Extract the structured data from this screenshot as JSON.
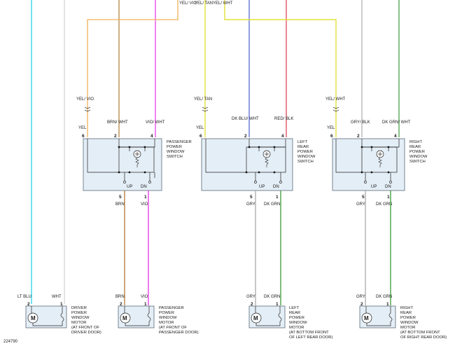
{
  "diagram_id": "224790",
  "colors": {
    "lt_blu": "#33d6e6",
    "wht": "#c8c8c8",
    "brn": "#b07a33",
    "vio": "#e832e8",
    "yel": "#e2e23a",
    "orange": "#f2b15a",
    "dk_blu": "#4a5fd0",
    "red": "#e03a48",
    "gry": "#aaaaaa",
    "dk_grn": "#3a9a3a",
    "wht_wire": "#d0d0d0"
  },
  "top_labels": {
    "yel_vio_top": "YEL/ VIO",
    "yel_tan_top": "YEL/ TAN",
    "yel_wht_top": "YEL/ WHT"
  },
  "driver_motor": {
    "wire1_color": "LT BLU",
    "wire2_color": "WHT",
    "pin_left": "2",
    "pin_right": "1",
    "name_lines": [
      "DRIVER",
      "POWER",
      "WINDOW",
      "MOTOR",
      "(AT FRONT OF",
      "DRIVER DOOR)"
    ]
  },
  "passenger_switch": {
    "feed_label_top": "YEL/ VIO",
    "feed_label_bottom": "YEL",
    "in_labels": [
      "BRN/ WHT",
      "VIO/ WHT"
    ],
    "pins_top": [
      "6",
      "2",
      "4"
    ],
    "pins_bottom": [
      "5",
      "1"
    ],
    "up": "UP",
    "dn": "DN",
    "out_labels": [
      "BRN",
      "VIO"
    ],
    "name_lines": [
      "PASSENGER",
      "POWER",
      "WINDOW",
      "SWITCH"
    ]
  },
  "passenger_motor": {
    "wire_labels": [
      "BRN",
      "VIO"
    ],
    "pin_left": "2",
    "pin_right": "1",
    "name_lines": [
      "PASSENGER",
      "POWER",
      "WINDOW",
      "MOTOR",
      "(AT FRONT OF",
      "PASSENGER DOOR)"
    ]
  },
  "left_rear_switch": {
    "feed_label_top": "YEL/ TAN",
    "feed_label_bottom": "YEL",
    "in_labels": [
      "DK BLU/ WHT",
      "RED/ BLK"
    ],
    "pins_top": [
      "6",
      "2",
      "4"
    ],
    "pins_bottom": [
      "5",
      "1"
    ],
    "up": "UP",
    "dn": "DN",
    "out_labels": [
      "GRY",
      "DK GRN"
    ],
    "name_lines": [
      "LEFT",
      "REAR",
      "POWER",
      "WINDOW",
      "SWITCH"
    ]
  },
  "left_rear_motor": {
    "wire_labels": [
      "GRY",
      "DK GRN"
    ],
    "pin_left": "2",
    "pin_right": "1",
    "name_lines": [
      "LEFT",
      "REAR",
      "POWER",
      "WINDOW",
      "MOTOR",
      "(AT BOTTOM FRONT",
      "OF LEFT REAR DOOR)"
    ]
  },
  "right_rear_switch": {
    "feed_label_top": "YEL/ WHT",
    "feed_label_bottom": "YEL",
    "in_labels": [
      "GRY/ BLK",
      "DK GRN/ WHT"
    ],
    "pins_top": [
      "6",
      "2",
      "4"
    ],
    "pins_bottom": [
      "5",
      "1"
    ],
    "up": "UP",
    "dn": "DN",
    "out_labels": [
      "GRY",
      "DK GRN"
    ],
    "name_lines": [
      "RIGHT",
      "REAR",
      "POWER",
      "WINDOW",
      "SWITCH"
    ]
  },
  "right_rear_motor": {
    "wire_labels": [
      "GRY",
      "DK GRN"
    ],
    "pin_left": "2",
    "pin_right": "1",
    "name_lines": [
      "RIGHT",
      "REAR",
      "POWER",
      "WINDOW",
      "MOTOR",
      "(AT BOTTOM FRONT",
      "OF RIGHT REAR DOOR)"
    ]
  },
  "motor_symbol": "M"
}
